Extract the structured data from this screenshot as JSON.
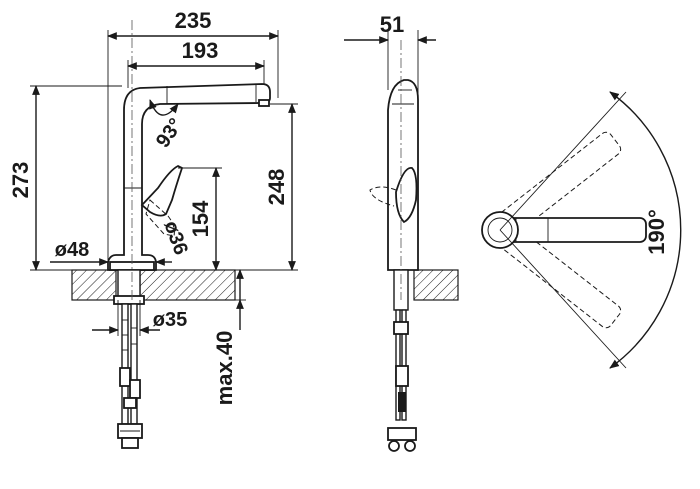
{
  "dimensions": {
    "total_reach": "235",
    "spout_reach": "193",
    "spout_angle": "93°",
    "total_height": "273",
    "spout_height": "248",
    "lever_height": "154",
    "lever_diameter": "ø36",
    "base_diameter": "ø48",
    "hole_diameter": "ø35",
    "max_thickness": "max.40",
    "side_width": "51",
    "swivel_angle": "190°"
  }
}
